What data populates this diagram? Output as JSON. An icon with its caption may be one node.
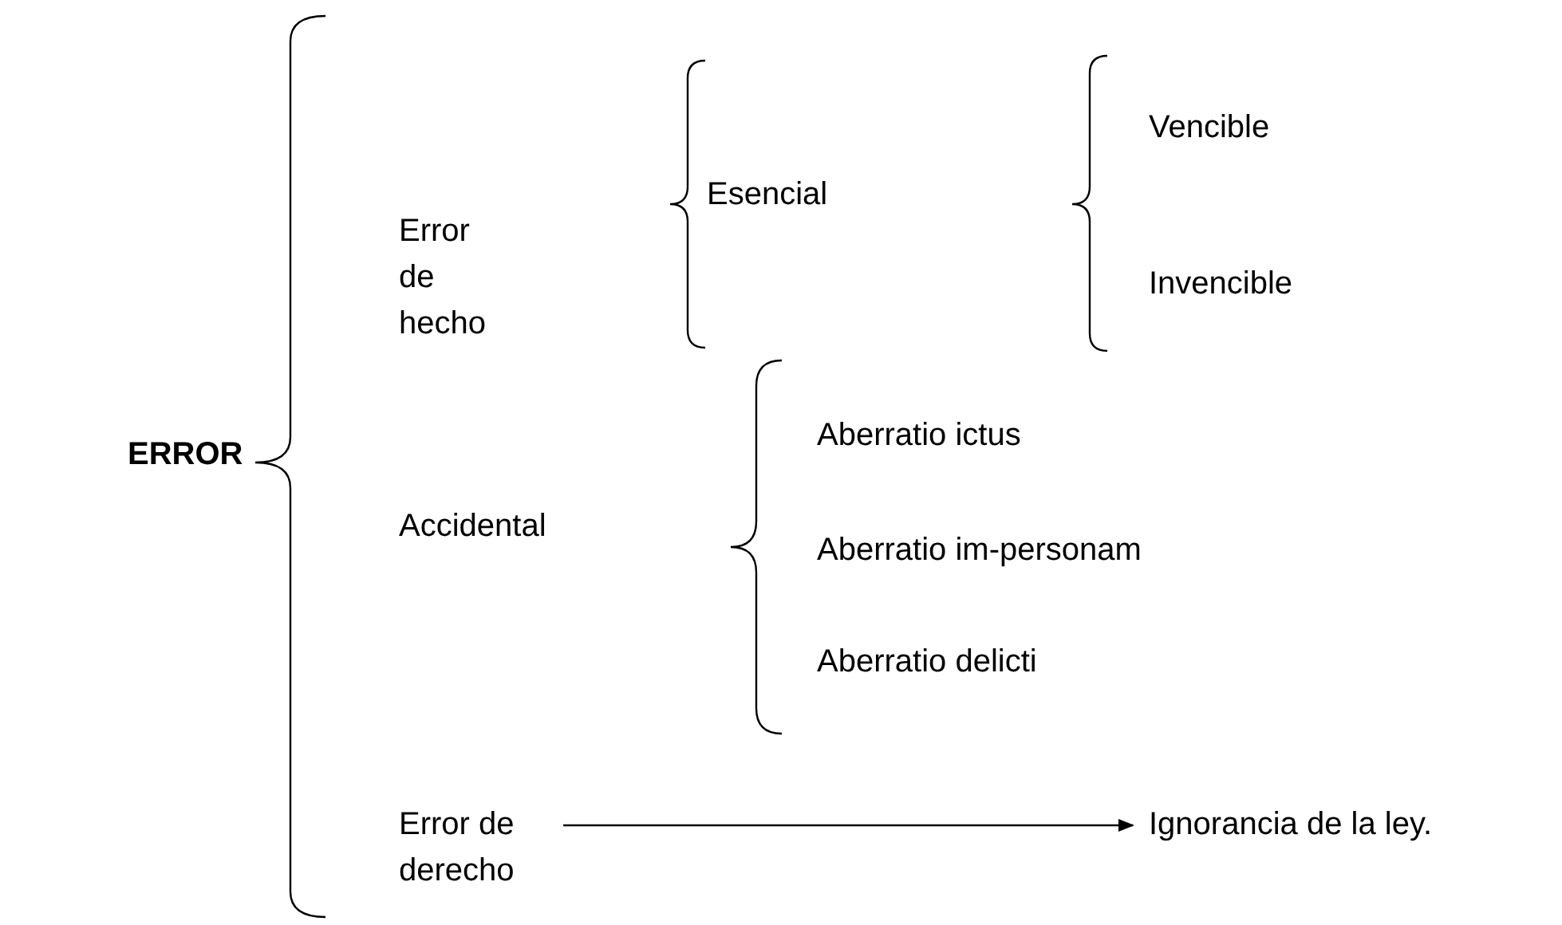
{
  "diagram": {
    "nodes": [
      {
        "text": [
          "ERROR"
        ]
      },
      {
        "text": [
          "Error de hecho"
        ]
      },
      {
        "text": [
          "Esencial"
        ]
      },
      {
        "text": [
          "Vencible"
        ]
      },
      {
        "text": [
          "Invencible"
        ]
      },
      {
        "text": [
          "Accidental"
        ]
      },
      {
        "text": [
          "Aberratio ictus"
        ]
      },
      {
        "text": [
          "Aberratio im-personam"
        ]
      },
      {
        "text": [
          "Aberratio delicti"
        ]
      },
      {
        "text": [
          "Error de derecho"
        ]
      },
      {
        "text": [
          "Ignorancia de la ley."
        ]
      }
    ],
    "edges": [
      {
        "from": 9,
        "to": 10,
        "arrow": "to"
      }
    ]
  }
}
